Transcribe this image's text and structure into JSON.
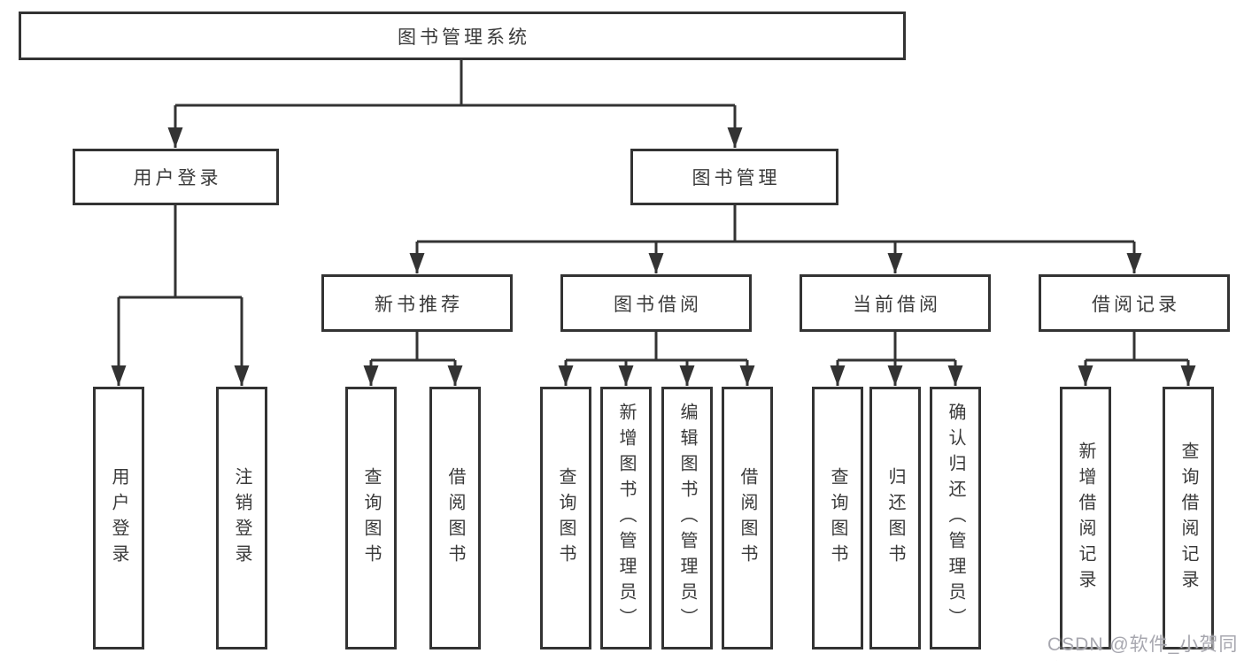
{
  "diagram": {
    "title": "图书管理系统",
    "level2": {
      "user_login": "用户登录",
      "book_management": "图书管理"
    },
    "level3": {
      "new_book_recommend": "新书推荐",
      "book_borrow": "图书借阅",
      "current_borrow": "当前借阅",
      "borrow_record": "借阅记录"
    },
    "leaves": {
      "user_login": [
        "用户登录",
        "注销登录"
      ],
      "new_book_recommend": [
        "查询图书",
        "借阅图书"
      ],
      "book_borrow": [
        "查询图书",
        "新增图书（管理员）",
        "编辑图书（管理员）",
        "借阅图书"
      ],
      "current_borrow": [
        "查询图书",
        "归还图书",
        "确认归还（管理员）"
      ],
      "borrow_record": [
        "新增借阅记录",
        "查询借阅记录"
      ]
    },
    "watermark": "CSDN @软件_小贺同学",
    "colors": {
      "line": "#333333",
      "text": "#3a3a3a",
      "watermark": "#a7a7af",
      "background": "#ffffff"
    }
  }
}
